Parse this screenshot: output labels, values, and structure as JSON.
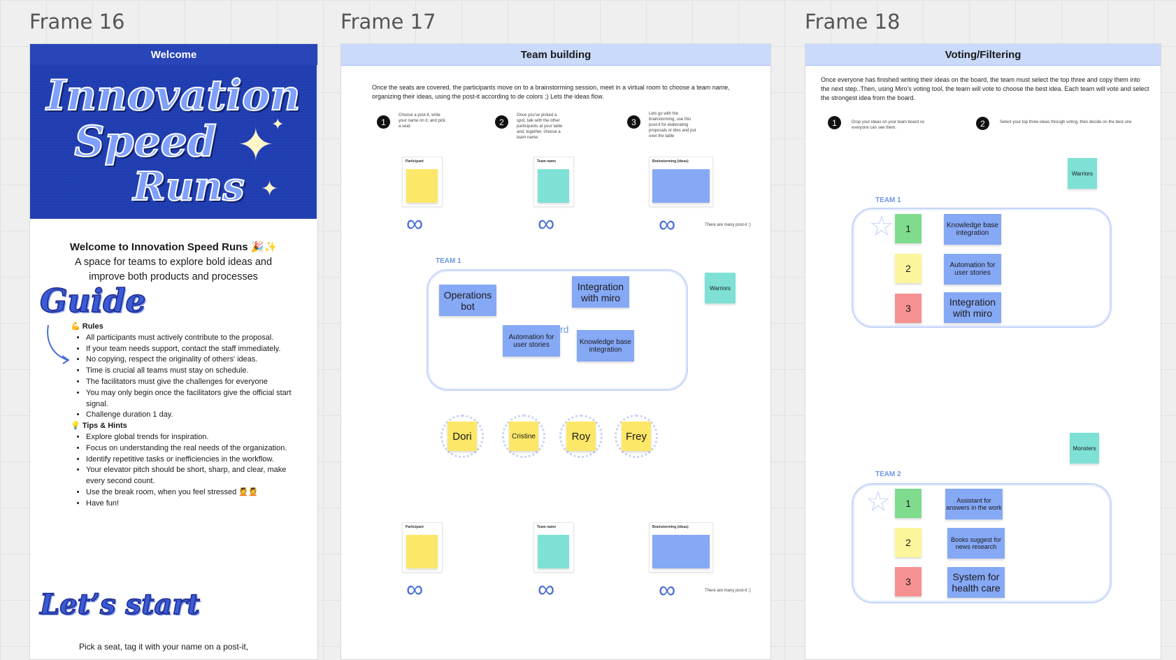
{
  "frames": {
    "f16": {
      "label": "Frame 16"
    },
    "f17": {
      "label": "Frame 17"
    },
    "f18": {
      "label": "Frame 18"
    }
  },
  "welcome": {
    "header": "Welcome",
    "banner_line1": "Innovation",
    "banner_line2": "Speed",
    "banner_line3": "Runs",
    "heading": "Welcome to Innovation Speed Runs 🎉✨",
    "subtitle": "A space for teams to explore bold ideas and improve both products and processes",
    "guide_title": "Guide",
    "rules_title": "💪 Rules",
    "rules": [
      "All participants must actively contribute to the proposal.",
      "If your team needs support, contact the staff immediately.",
      "No copying, respect the originality of others' ideas.",
      "Time is crucial  all teams must stay on schedule.",
      "The facilitators must give the challenges for everyone",
      "You may only begin once the facilitators give the official start signal.",
      "Challenge duration 1 day."
    ],
    "tips_title": "💡 Tips & Hints",
    "tips": [
      "Explore global trends for inspiration.",
      "Focus on understanding the real needs of the organization.",
      "Identify repetitive tasks or inefficiencies in the workflow.",
      "Your elevator pitch should be short, sharp, and clear, make every second count.",
      "Use the break room, when you feel stressed 💆💆",
      "Have fun!"
    ],
    "start_title": "Let’s start",
    "start_text": "Pick a seat, tag it with your name on a post-it,"
  },
  "team_building": {
    "header": "Team building",
    "intro": "Once the seats are covered, the participants move on to a brainstorming session, meet in a virtual room to choose a team name, organizing their ideas, using the post-it according to de colors ;) Lets the ideas flow.",
    "steps": [
      {
        "num": "1",
        "text": "Choose a post-it, write your name on it, and pick a seat."
      },
      {
        "num": "2",
        "text": "Once you've picked a spot, talk with the other participants at your table and, together, choose a team name."
      },
      {
        "num": "3",
        "text": "Lets go with the brainstorming, use this post-it for elaborating proposals or ides and put over the table"
      }
    ],
    "card_participant": "Participant",
    "card_team_name": "Team name",
    "card_brainstorm": "Brainstorming (ideas)",
    "many_postits": "There are many post-it :)",
    "team1_label": "TEAM 1",
    "team_name_sticky": "Warriors",
    "ideas": {
      "ops": "Operations bot",
      "integ": "Integration with miro",
      "auto": "Automation for user stories",
      "kb": "Knowledge base integration",
      "stray": "rd"
    },
    "people": [
      "Dori",
      "Cristine",
      "Roy",
      "Frey"
    ]
  },
  "voting": {
    "header": "Voting/Filtering",
    "intro": "Once everyone has finished writing their ideas on the board, the team must select the top three and copy them into the next step..Then, using Miro's voting tool, the team will vote to choose the best idea. Each team will vote and select the strongest idea from the board.",
    "steps": [
      {
        "num": "1",
        "text": "Drop your ideas on your team board so everyone can see them."
      },
      {
        "num": "2",
        "text": "Select your top three ideas through voting, then decide on the best one"
      }
    ],
    "team1": {
      "label": "TEAM 1",
      "name": "Warriors",
      "ranks": [
        "1",
        "2",
        "3"
      ],
      "ideas": [
        "Knowledge base integration",
        "Automation for user stories",
        "Integration with miro"
      ]
    },
    "team2": {
      "label": "TEAM 2",
      "name": "Monsters",
      "ranks": [
        "1",
        "2",
        "3"
      ],
      "ideas": [
        "Assistant for answers in the work",
        "Books suggest for news research",
        "System for health care"
      ]
    }
  },
  "colors": {
    "welcome_header": "#2946b8",
    "banner_bg": "#1f3db0",
    "light_header": "#c9dafb",
    "sticky_yellow": "#fde768",
    "sticky_teal": "#7fe1d6",
    "sticky_blue": "#86a9f6",
    "rank_green": "#7fdc8e",
    "rank_yellow": "#fbf59c",
    "rank_red": "#f69191"
  }
}
